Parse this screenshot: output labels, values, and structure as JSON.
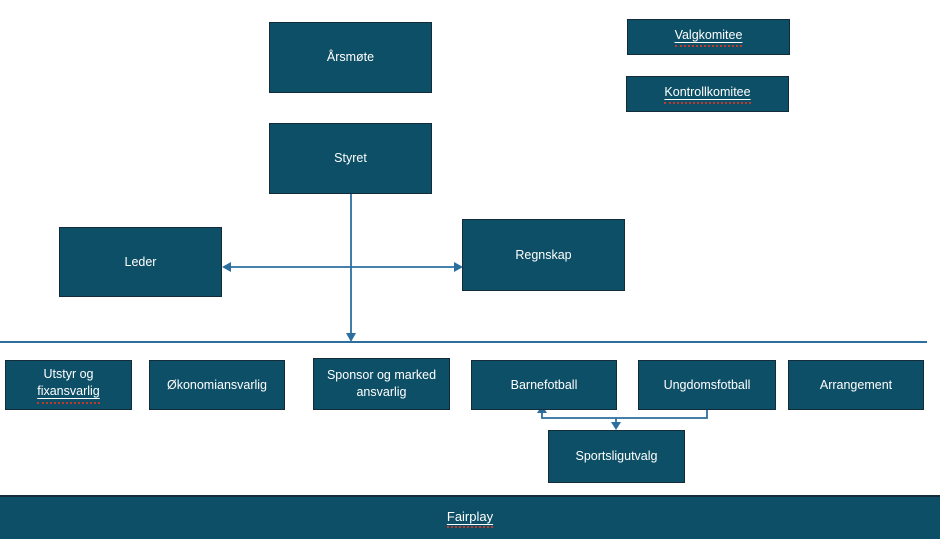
{
  "diagram": {
    "title": "Club organization chart",
    "nodes": {
      "arsmote": "Årsmøte",
      "styret": "Styret",
      "valgkomitee": "Valgkomitee",
      "kontrollkomitee": "Kontrollkomitee",
      "leder": "Leder",
      "regnskap": "Regnskap",
      "utstyr_line1": "Utstyr og",
      "utstyr_line2": "fixansvarlig",
      "okonomi": "Økonomiansvarlig",
      "sponsor": "Sponsor og marked ansvarlig",
      "barnefotball": "Barnefotball",
      "ungdomsfotball": "Ungdomsfotball",
      "arrangement": "Arrangement",
      "sportsligutvalg": "Sportsligutvalg",
      "fairplay": "Fairplay"
    },
    "colors": {
      "box_fill": "#0d4f66",
      "box_border": "#142b3a",
      "connector": "#2c6f9f",
      "text": "#ffffff",
      "spellcheck": "#c0392b"
    }
  }
}
